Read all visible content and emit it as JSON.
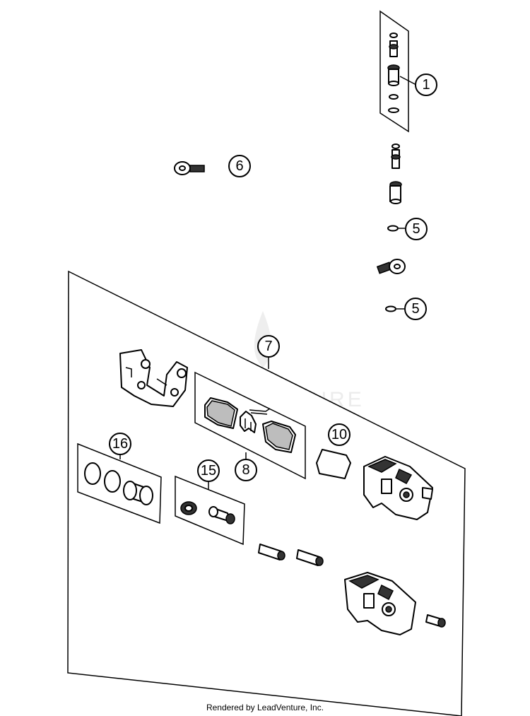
{
  "callouts": {
    "c1": "1",
    "c5a": "5",
    "c5b": "5",
    "c6": "6",
    "c7": "7",
    "c8": "8",
    "c10": "10",
    "c15": "15",
    "c16": "16"
  },
  "watermark": "LEADVENTURE",
  "footer": "Rendered by LeadVenture, Inc.",
  "colors": {
    "line": "#000000",
    "background": "#ffffff",
    "shade": "#333333"
  }
}
